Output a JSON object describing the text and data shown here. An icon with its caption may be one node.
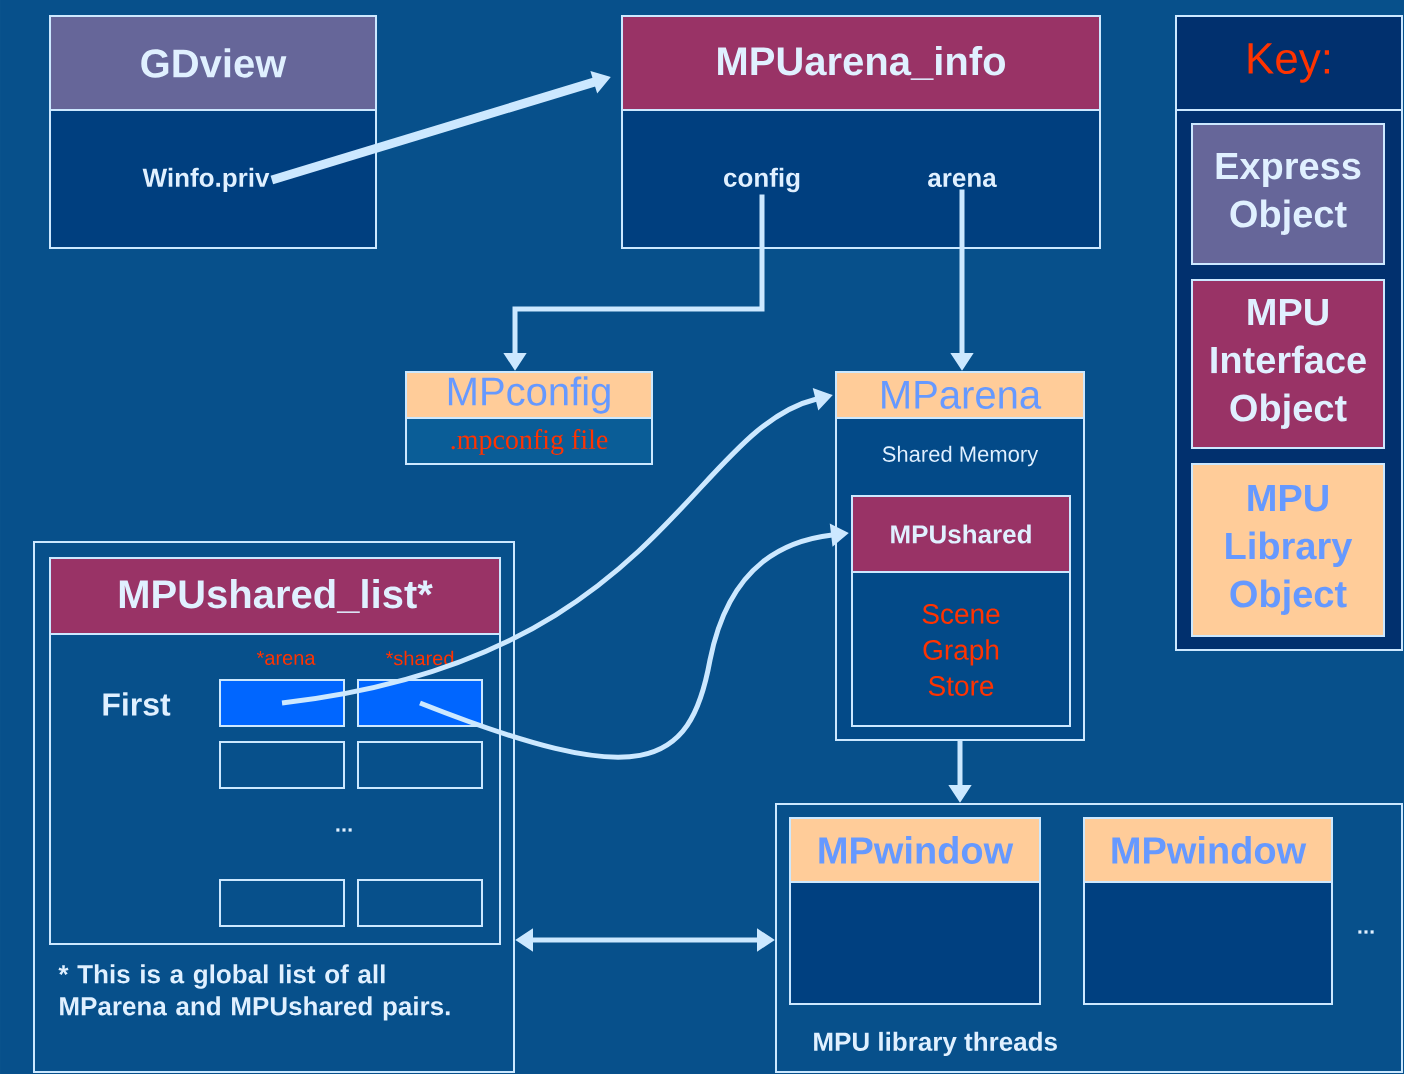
{
  "diagram": {
    "nodes": [
      {
        "text": [
          "GDview"
        ]
      },
      {
        "text": [
          "Winfo.priv"
        ],
        "in": 0
      },
      {
        "text": [
          "MPUarena_info"
        ]
      },
      {
        "text": [
          "config"
        ],
        "in": 2
      },
      {
        "text": [
          "arena"
        ],
        "in": 2
      },
      {
        "text": [
          "MPconfig",
          ".mpconfig file"
        ]
      },
      {
        "text": [
          "MParena",
          "Shared Memory"
        ]
      },
      {
        "text": [
          "MPUshared",
          "Scene Graph Store"
        ],
        "in": 6
      },
      {
        "text": [
          "* This is a global list of all MParena and MPUshared pairs."
        ]
      },
      {
        "text": [
          "MPUshared_list*",
          "*arena",
          "*shared",
          "First",
          "..."
        ],
        "in": 8
      },
      {
        "text": [],
        "shape": "box",
        "in": 9
      },
      {
        "text": [],
        "shape": "box",
        "in": 9
      },
      {
        "text": [],
        "shape": "box",
        "in": 9
      },
      {
        "text": [],
        "shape": "box",
        "in": 9
      },
      {
        "text": [],
        "shape": "box",
        "in": 9
      },
      {
        "text": [],
        "shape": "box",
        "in": 9
      },
      {
        "text": [
          "MPU library threads"
        ]
      },
      {
        "text": [
          "MPwindow"
        ],
        "in": 16
      },
      {
        "text": [
          "MPwindow"
        ],
        "in": 16
      },
      {
        "text": [
          "Key:"
        ]
      },
      {
        "text": [
          "Express Object"
        ],
        "in": 19
      },
      {
        "text": [
          "MPU Interface Object"
        ],
        "in": 19
      },
      {
        "text": [
          "MPU Library Object"
        ],
        "in": 19
      }
    ],
    "edges": [
      {
        "from": 1,
        "to": 2,
        "arrow": "to",
        "style": "thick"
      },
      {
        "from": 3,
        "to": 5,
        "arrow": "to"
      },
      {
        "from": 4,
        "to": 6,
        "arrow": "to"
      },
      {
        "from": 10,
        "to": 6,
        "arrow": "to"
      },
      {
        "from": 11,
        "to": 7,
        "arrow": "to"
      },
      {
        "from": 6,
        "to": 16,
        "arrow": "to"
      },
      {
        "from": 8,
        "to": 16,
        "arrow": "both"
      }
    ],
    "labels": [
      "..."
    ]
  }
}
